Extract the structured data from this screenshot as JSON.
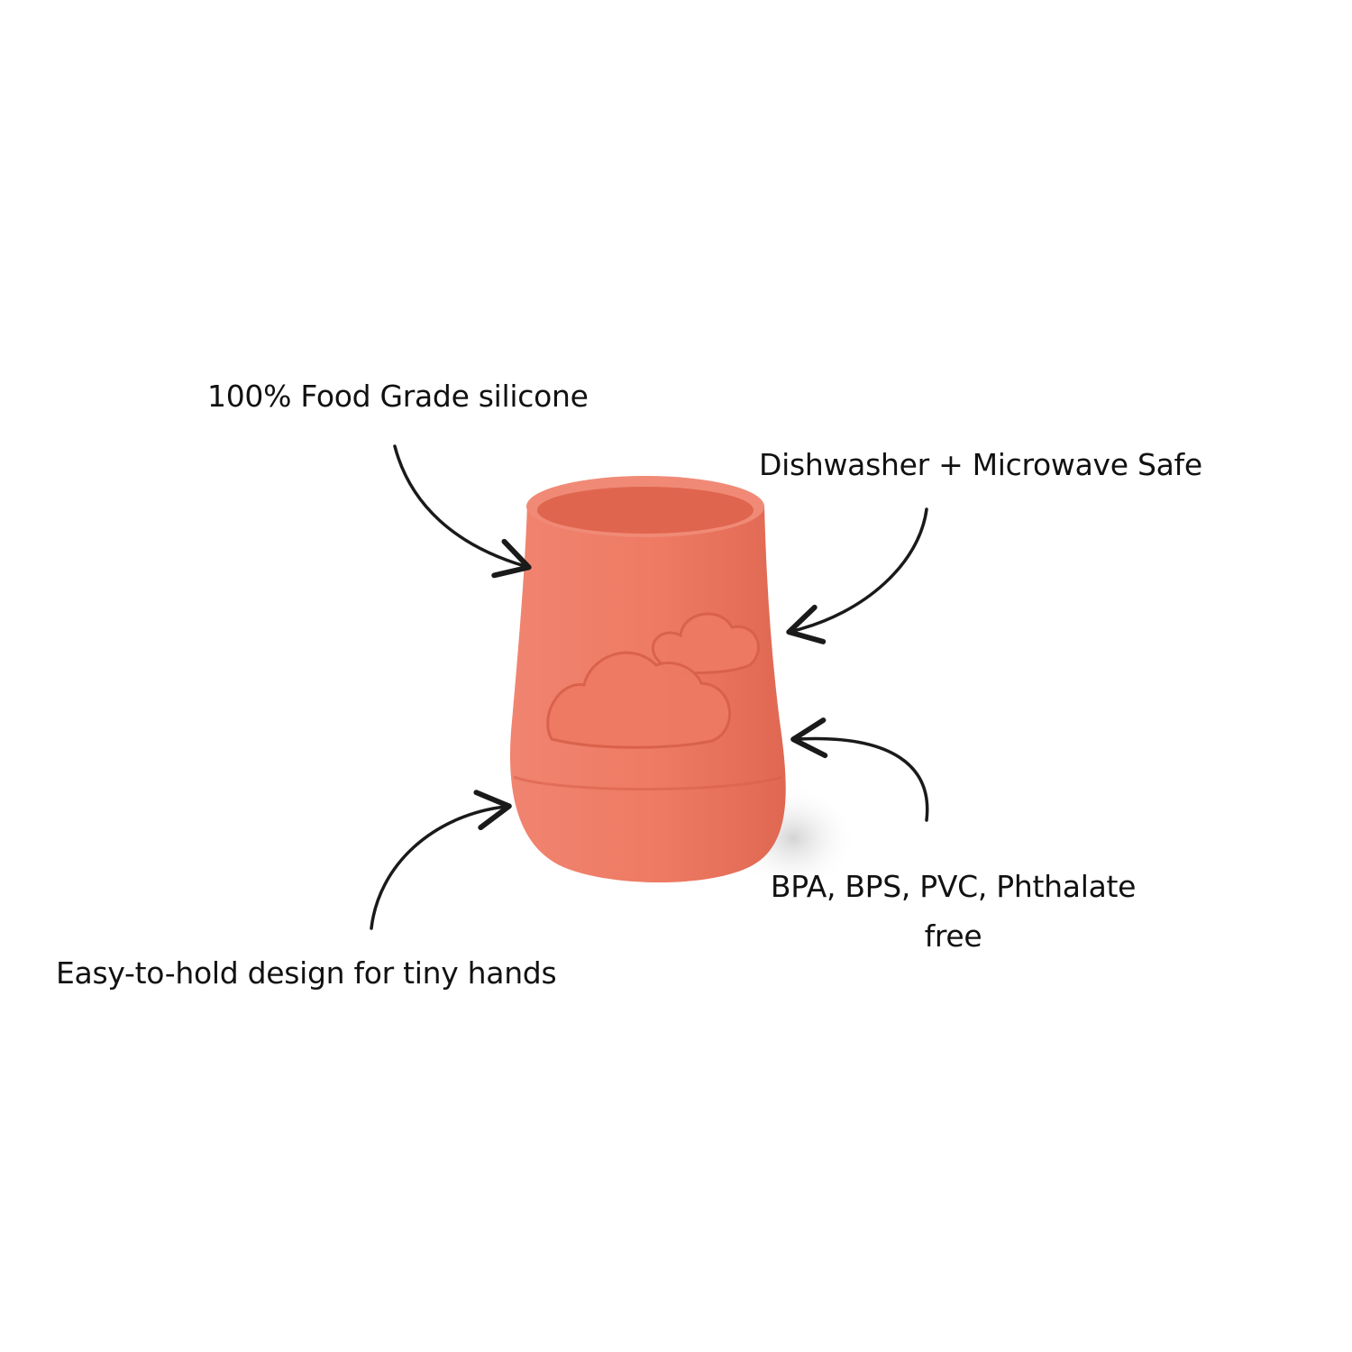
{
  "callouts": {
    "food_grade": "100% Food Grade silicone",
    "dishwasher": "Dishwasher + Microwave Safe",
    "easy_hold": "Easy-to-hold design for tiny hands",
    "bpa_free": "BPA, BPS, PVC, Phthalate free"
  },
  "colors": {
    "cup": "#EE7A63",
    "cup_shadow": "#D9614B",
    "cup_rim_inner": "#E06650",
    "arrow": "#1a1a1a",
    "background": "#ffffff"
  }
}
